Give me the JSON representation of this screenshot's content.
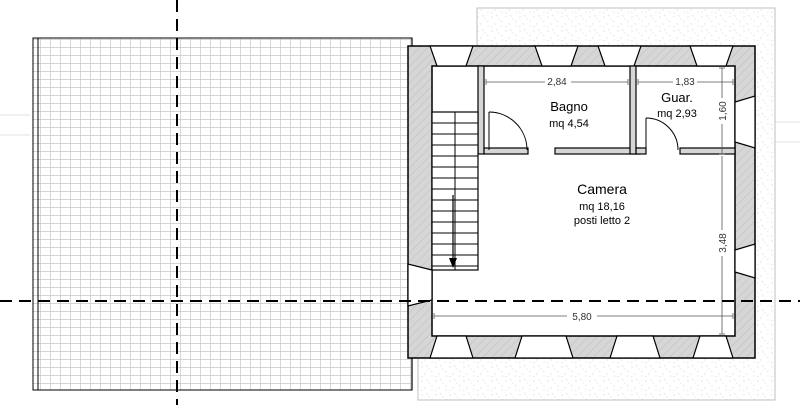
{
  "rooms": {
    "bagno": {
      "name": "Bagno",
      "area": "mq 4,54"
    },
    "guardaroba": {
      "name": "Guar.",
      "area": "mq 2,93"
    },
    "camera": {
      "name": "Camera",
      "area": "mq 18,16",
      "beds": "posti letto 2"
    }
  },
  "dimensions": {
    "bagno_width": "2,84",
    "guar_width": "1,83",
    "guar_depth": "1,60",
    "camera_depth": "3,48",
    "camera_width": "5,80"
  },
  "colors": {
    "wall": "#cfcfcf",
    "line": "#000000",
    "tile": "#bdbdbd",
    "pattern": "#dcdcdc"
  }
}
